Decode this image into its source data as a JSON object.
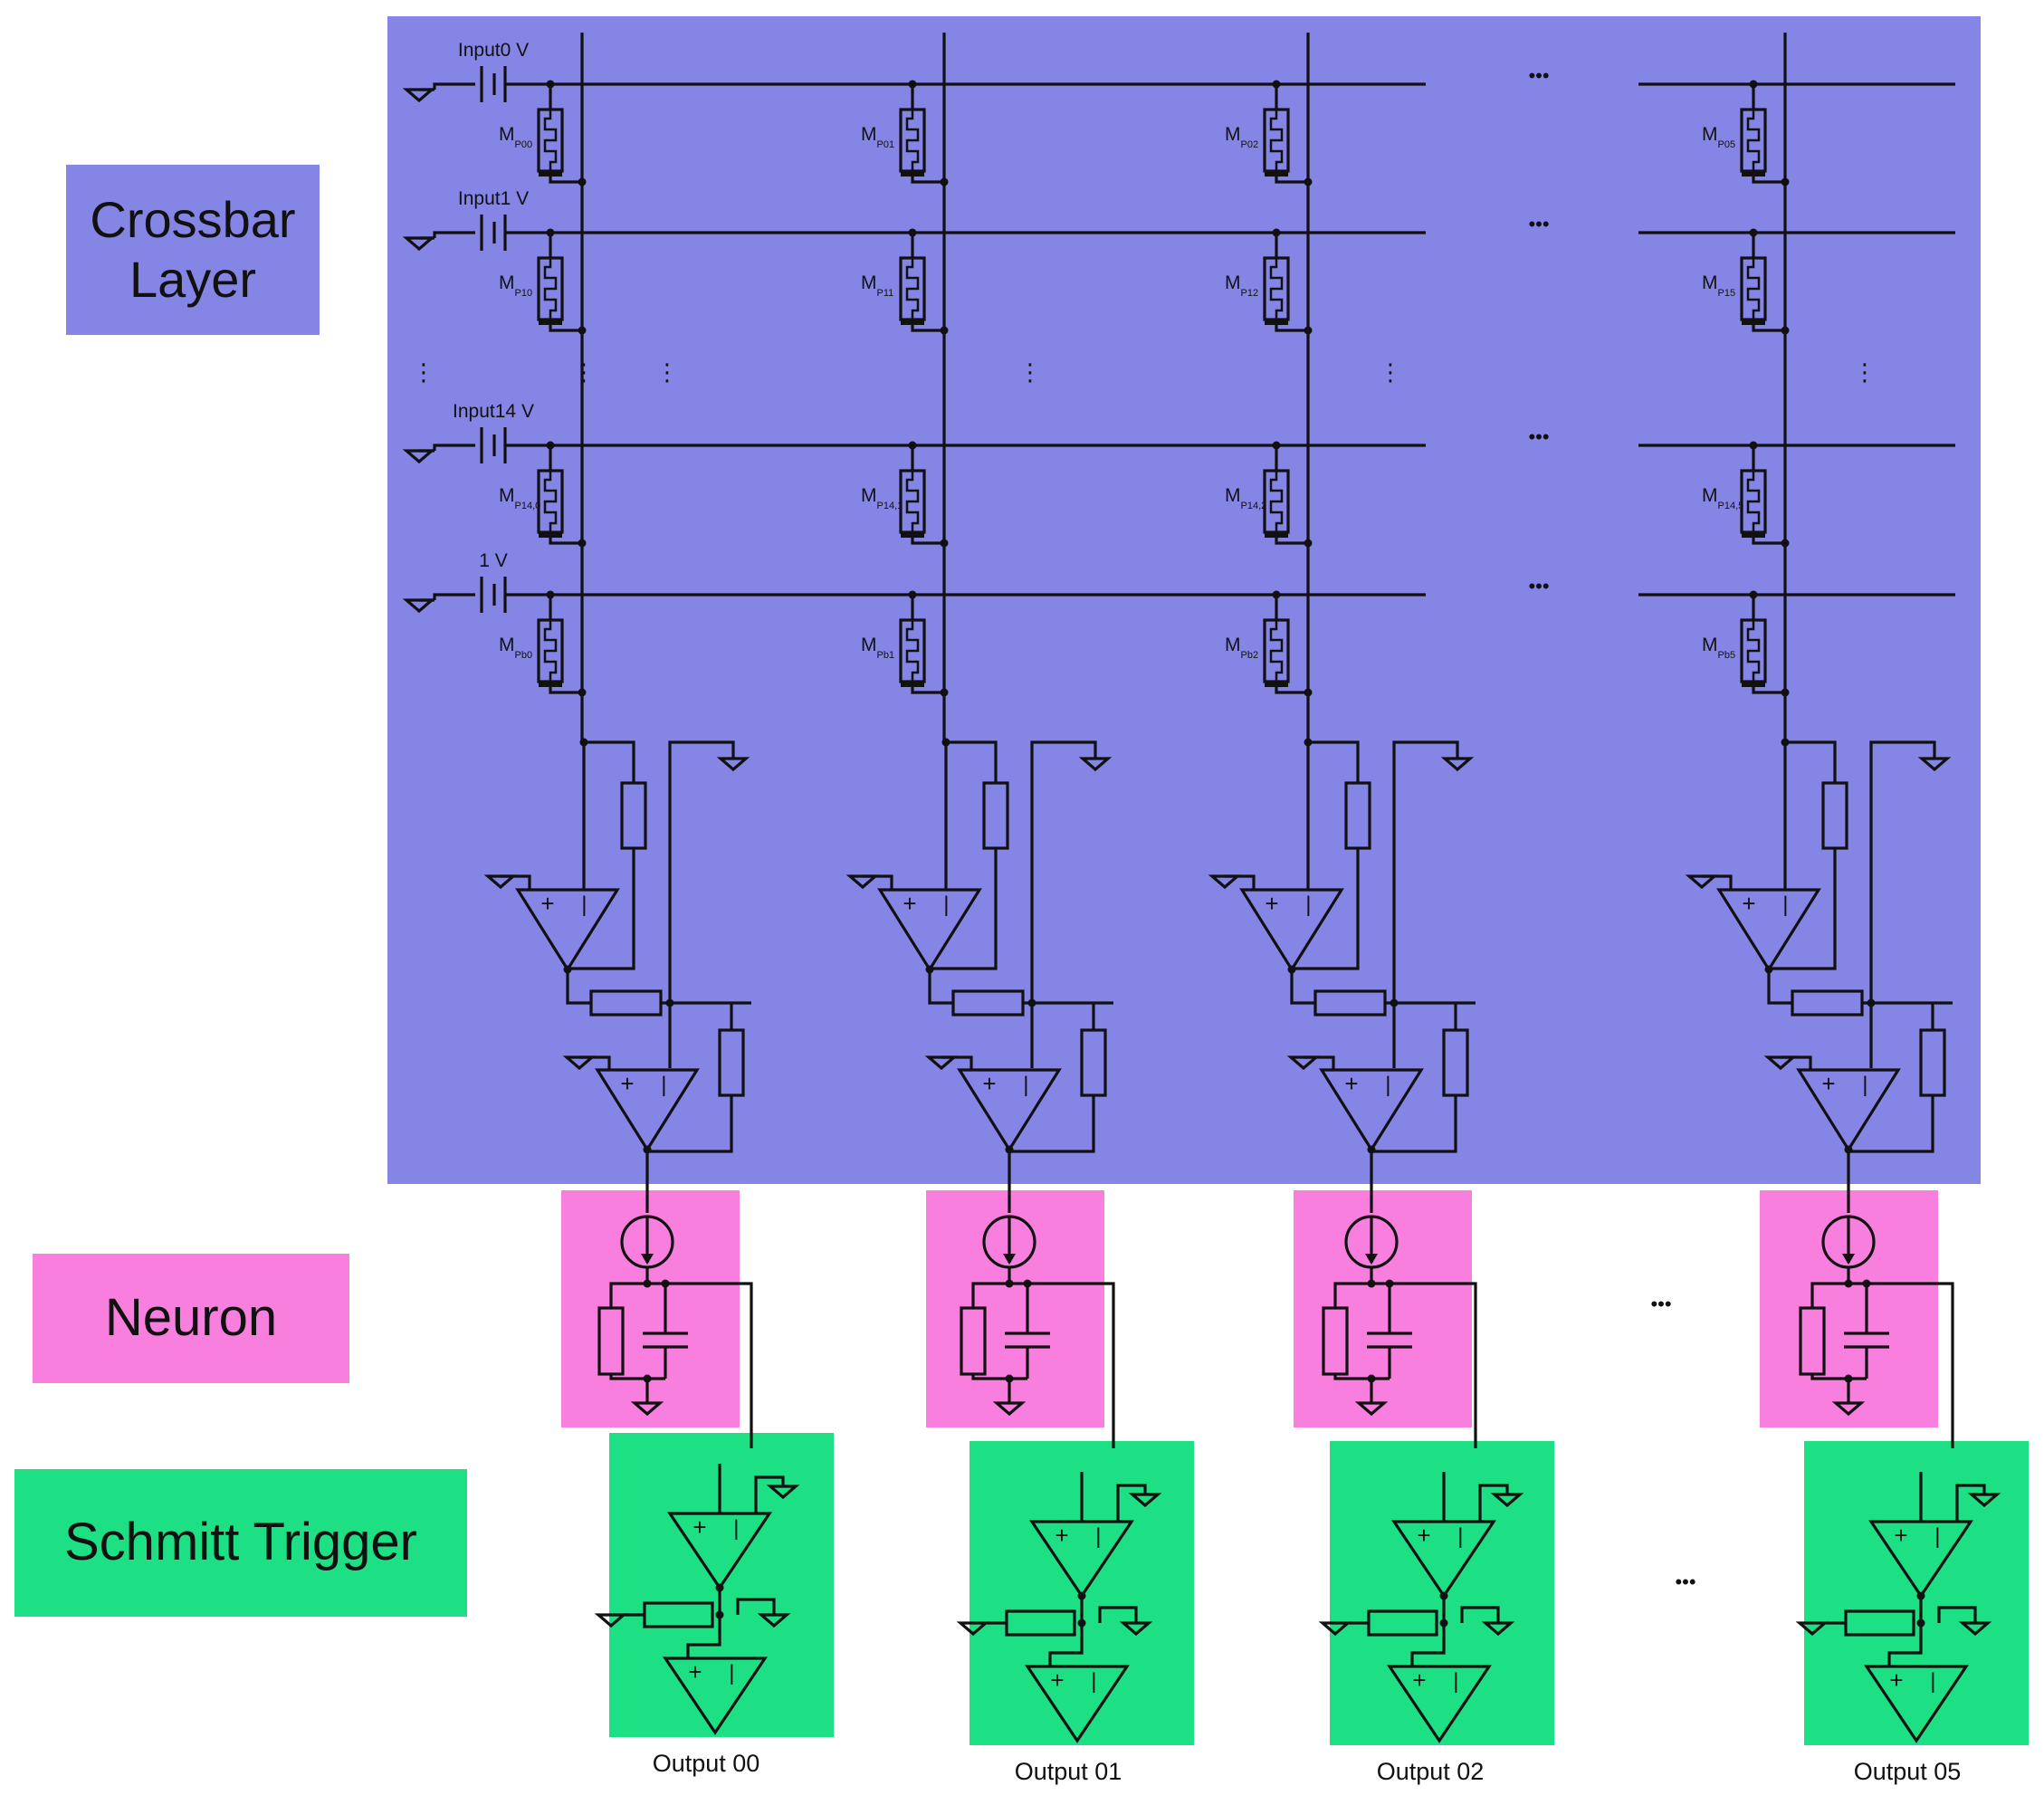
{
  "legend": {
    "crossbar": "Crossbar Layer",
    "neuron": "Neuron",
    "schmitt": "Schmitt Trigger"
  },
  "inputs": [
    {
      "label": "Input0 V",
      "memristors": [
        "P00",
        "P01",
        "P02",
        "P05"
      ]
    },
    {
      "label": "Input1 V",
      "memristors": [
        "P10",
        "P11",
        "P12",
        "P15"
      ]
    },
    {
      "label": "Input14 V",
      "memristors": [
        "P14,0",
        "P14,1",
        "P14,2",
        "P14,5"
      ]
    },
    {
      "label": "1 V",
      "memristors": [
        "Pb0",
        "Pb1",
        "Pb2",
        "Pb5"
      ]
    }
  ],
  "memristor_prefix": "M",
  "ellipsis": "•••",
  "vdots": "⋮",
  "outputs": [
    "Output 00",
    "Output 01",
    "Output 02",
    "Output 05"
  ],
  "colors": {
    "crossbar": "#8585e6",
    "neuron": "#f87fdd",
    "schmitt": "#1de085",
    "wire": "#111111"
  }
}
